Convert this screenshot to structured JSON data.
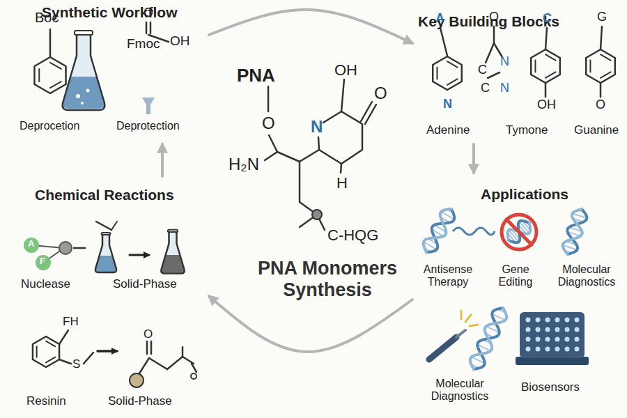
{
  "diagram": {
    "title": "PNA Monomers Synthesis",
    "nodes": [
      {
        "text": [
          "Synthetic Workflow"
        ]
      },
      {
        "text": [
          "Key Building Blocks"
        ]
      },
      {
        "text": [
          "Applications"
        ]
      },
      {
        "text": [
          "Chemical Reactions"
        ]
      }
    ],
    "edges": [
      {
        "from": 0,
        "to": 1,
        "arrow": "to"
      },
      {
        "from": 1,
        "to": 2,
        "arrow": "to"
      },
      {
        "from": 2,
        "to": 3,
        "arrow": "to"
      },
      {
        "from": 3,
        "to": 0,
        "arrow": "to"
      }
    ],
    "labels": [
      "Boc",
      "Deprocetion",
      "Fmoc",
      "O",
      "OH",
      "Deprotection",
      "A",
      "N",
      "Adenine",
      "O",
      "C",
      "N",
      "C",
      "N",
      "Tymone",
      "C",
      "OH",
      "G",
      "O",
      "Guanine",
      "A",
      "F",
      "Nuclease",
      "Solid-Phase",
      "FH",
      "S",
      "O",
      "Resinin",
      "Solid-Phase",
      "PNA",
      "OH",
      "N",
      "O",
      "O",
      "H₂N",
      "H",
      "C-HQG",
      "Antisense Therapy",
      "Gene Editing",
      "Molecular Diagnostics",
      "Molecular Diagnostics",
      "Biosensors"
    ]
  }
}
